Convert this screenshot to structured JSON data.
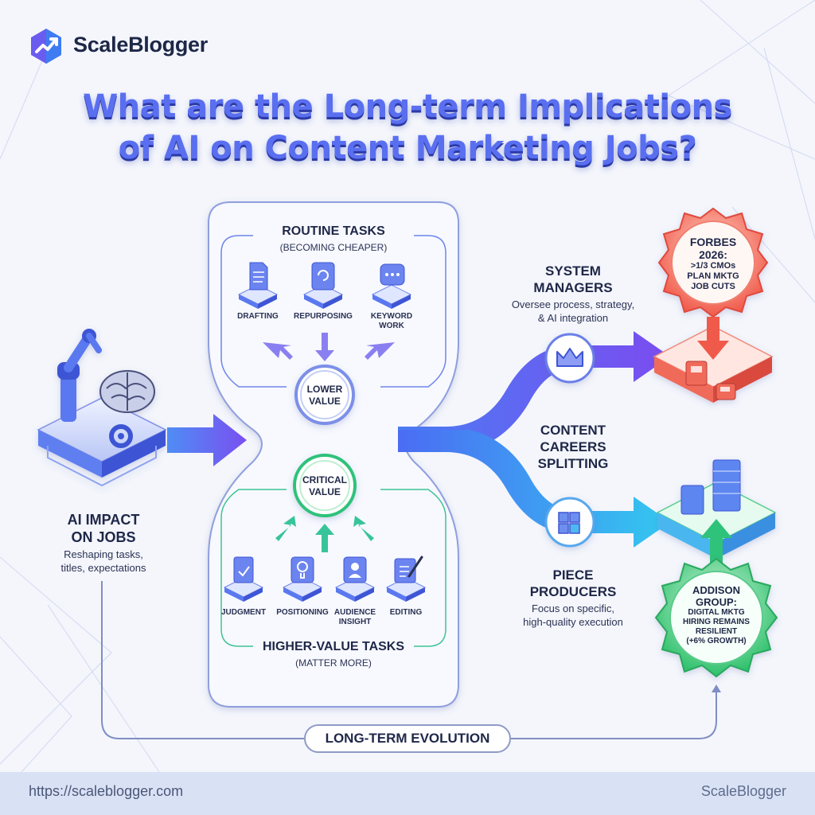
{
  "brand": {
    "name_part1": "Scale",
    "name_part2": "Blogger"
  },
  "title": {
    "line1": "What are the Long-term Implications",
    "line2": "of AI on Content Marketing Jobs?"
  },
  "impact": {
    "title_line1": "AI IMPACT",
    "title_line2": "ON JOBS",
    "desc_line1": "Reshaping tasks,",
    "desc_line2": "titles, expectations"
  },
  "routine": {
    "title": "ROUTINE TASKS",
    "subtitle": "(BECOMING CHEAPER)",
    "items": [
      {
        "label": "DRAFTING",
        "icon": "document-icon"
      },
      {
        "label": "REPURPOSING",
        "icon": "refresh-icon"
      },
      {
        "label_line1": "KEYWORD",
        "label_line2": "WORK",
        "icon": "chat-bubble-icon"
      }
    ],
    "value_line1": "LOWER",
    "value_line2": "VALUE"
  },
  "higher": {
    "value_line1": "CRITICAL",
    "value_line2": "VALUE",
    "items": [
      {
        "label": "JUDGMENT",
        "icon": "checklist-icon"
      },
      {
        "label": "POSITIONING",
        "icon": "lightbulb-icon"
      },
      {
        "label_line1": "AUDIENCE",
        "label_line2": "INSIGHT",
        "icon": "user-icon"
      },
      {
        "label": "EDITING",
        "icon": "pencil-icon"
      }
    ],
    "title": "HIGHER-VALUE TASKS",
    "subtitle": "(MATTER MORE)"
  },
  "split": {
    "line1": "CONTENT",
    "line2": "CAREERS",
    "line3": "SPLITTING"
  },
  "managers": {
    "title_line1": "SYSTEM",
    "title_line2": "MANAGERS",
    "desc_line1": "Oversee process, strategy,",
    "desc_line2": "& AI integration",
    "icon": "crown-icon"
  },
  "producers": {
    "title_line1": "PIECE",
    "title_line2": "PRODUCERS",
    "desc_line1": "Focus on specific,",
    "desc_line2": "high-quality execution",
    "icon": "puzzle-icon"
  },
  "forbes": {
    "line1": "FORBES",
    "line2": "2026:",
    "line3": ">1/3 CMOs",
    "line4": "PLAN MKTG",
    "line5": "JOB CUTS"
  },
  "addison": {
    "line1": "ADDISON",
    "line2": "GROUP:",
    "line3": "DIGITAL MKTG",
    "line4": "HIRING REMAINS",
    "line5": "RESILIENT",
    "line6": "(+6% GROWTH)"
  },
  "evolution": "LONG-TERM EVOLUTION",
  "footer": {
    "url": "https://scaleblogger.com",
    "brand": "ScaleBlogger"
  },
  "colors": {
    "blue": "#4f6ef0",
    "purple": "#7b5cf0",
    "green": "#2fc27a",
    "red": "#ef4f4f",
    "cyan": "#36c6f0"
  }
}
